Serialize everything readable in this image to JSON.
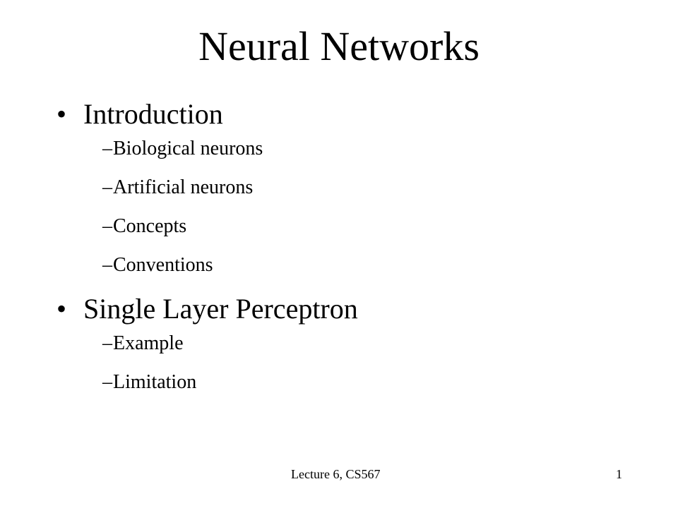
{
  "title": "Neural Networks",
  "bullet_glyph": "•",
  "dash_glyph": "–",
  "sections": [
    {
      "label": "Introduction",
      "items": [
        "Biological neurons",
        "Artificial neurons",
        "Concepts",
        "Conventions"
      ]
    },
    {
      "label": "Single Layer Perceptron",
      "items": [
        "Example",
        "Limitation"
      ]
    }
  ],
  "footer": {
    "text": "Lecture 6, CS567",
    "page_number": "1"
  }
}
